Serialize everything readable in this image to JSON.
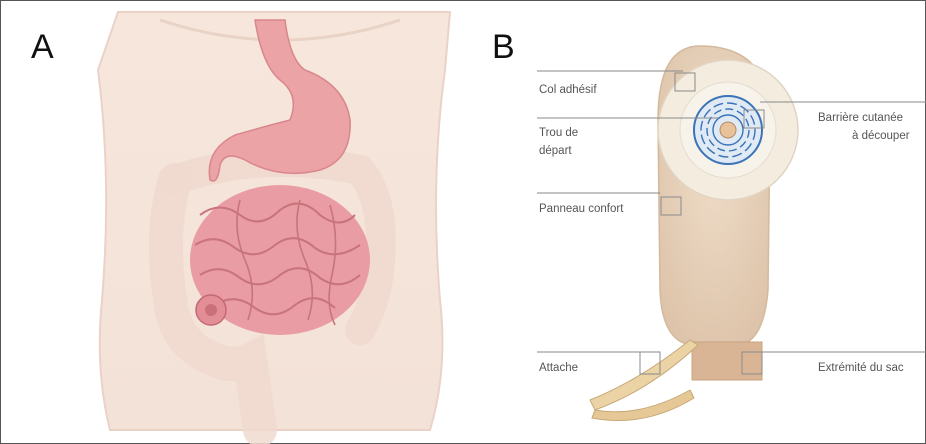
{
  "panels": {
    "a": {
      "letter": "A"
    },
    "b": {
      "letter": "B"
    }
  },
  "labels": {
    "col_adhesif": "Col adhésif",
    "trou_de_depart_1": "Trou de",
    "trou_de_depart_2": "départ",
    "panneau_confort": "Panneau confort",
    "attache": "Attache",
    "barriere_1": "Barrière cutanée",
    "barriere_2": "à découper",
    "extremite": "Extrémité du sac"
  },
  "colors": {
    "skin": "#f2dfd3",
    "organ_pink": "#e89aa0",
    "bag_beige": "#e8d2bc",
    "barrier_blue": "#3a73b8",
    "leader_line": "#8a8a8a"
  }
}
